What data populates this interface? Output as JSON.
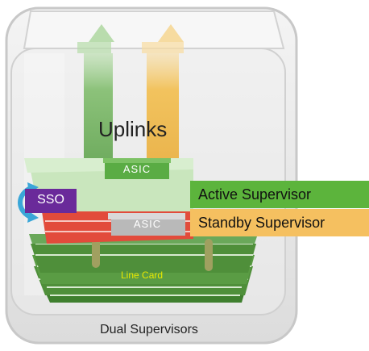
{
  "labels": {
    "uplinks": "Uplinks",
    "asic_active": "ASIC",
    "asic_standby": "ASIC",
    "sso": "SSO",
    "active_supervisor": "Active Supervisor",
    "standby_supervisor": "Standby Supervisor",
    "line_card": "Line Card",
    "chassis": "Dual Supervisors"
  },
  "colors": {
    "active_green": "#5aac44",
    "active_legend_green": "#5cb43c",
    "standby_orange": "#f5c060",
    "standby_red": "#e24b3b",
    "sso_purple": "#6a2a9a",
    "line_card_green": "#4f8f3a",
    "asic_grey": "#b9b9b9",
    "uplink_green": "#8cc27a",
    "uplink_orange": "#f2c35e"
  }
}
